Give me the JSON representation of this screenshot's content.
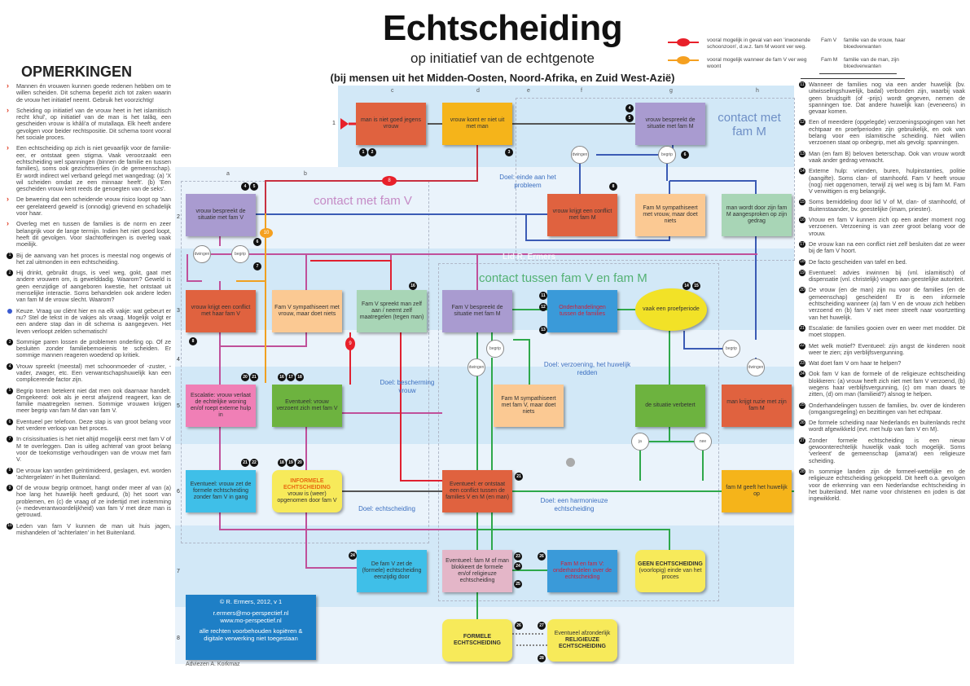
{
  "header": {
    "title": "Echtscheiding",
    "subtitle": "op initiatief van de echtgenote",
    "subtitle2": "(bij mensen uit het Midden-Oosten, Noord-Afrika, en Zuid West-Azië)"
  },
  "legend": {
    "red": "vooral mogelijk in geval van een 'inwonende schoonzoon', d.w.z. fam M woont ver weg.",
    "orange": "vooral mogelijk wanneer de fam V ver weg woont",
    "famv_key": "Fam V",
    "famv_desc": "familie van de vrouw, haar bloedverwanten",
    "famm_key": "Fam M",
    "famm_desc": "familie van de man, zijn bloedverwanten",
    "colors": {
      "red": "#e8202a",
      "orange": "#f5a020"
    }
  },
  "left": {
    "heading": "OPMERKINGEN",
    "notes": [
      {
        "m": "›",
        "t": "Mannen én vrouwen kunnen goede redenen hebben om te willen scheiden. Dit schema beperkt zich tot zaken waarin de vrouw het initiatief neemt. Gebruik het voorzichtig!"
      },
      {
        "m": "›",
        "t": "Scheiding op initiatief van de vrouw heet in het islamitisch recht khul', op initiatief van de man is het talâq, een gescheiden vrouw is khâli'a of mutallaqa. Elk heeft andere gevolgen voor beider rechtspositie. Dit schema toont vooral het sociale proces."
      },
      {
        "m": "›",
        "t": "Een echtscheiding op zich is niet gevaarlijk voor de familie-eer, er ontstaat geen stigma. Vaak veroorzaakt een echtscheiding wel spanningen (binnen de familie en tussen families), soms ook gezichtsverlies (in de gemeenschap). Er wordt indirect wel verband gelegd met wangedrag: (a) 'X wil scheiden omdat ze een minnaar heeft'. (b) 'Een gescheiden vrouw kent reeds de genoegten van de seks'."
      },
      {
        "m": "›",
        "t": "De bewering dat een scheidende vrouw risico loopt op 'aan eer gerelateerd geweld' is (onnodig) grievend en schadelijk voor haar."
      },
      {
        "m": "›",
        "t": "Overleg met en tussen de families is de norm en zeer belangrijk voor de lange termijn. Indien het niet goed loopt, heeft dit gevolgen. Voor slachtofferingen is overleg vaak moeilijk."
      },
      {
        "m": "1",
        "t": "Bij de aanvang van het proces is meestal nog ongewis of het zal uitmonden in een echtscheiding."
      },
      {
        "m": "2",
        "t": "Hij drinkt, gebruikt drugs, is veel weg, gokt, gaat met andere vrouwen om, is gewelddadig. Waarom? Geweld is geen eenzijdige of aangeboren kwestie, het ontstaat uit menselijke interactie. Soms behandelen ook andere leden van fam M de vrouw slecht. Waarom?"
      },
      {
        "m": "•",
        "t": "Keuze. Vraag uw cliënt hier en na elk vakje: wat gebeurt er nu? Stel de tekst in de vakjes als vraag. Mogelijk volgt er een andere stap dan in dit schema is aangegeven. Het leven verloopt zelden schematisch!"
      },
      {
        "m": "3",
        "t": "Sommige paren lossen de problemen onderling op. Of ze besluiten zonder familiebemoeienis te scheiden. Er sommige mannen reageren woedend op kritiek."
      },
      {
        "m": "4",
        "t": "Vrouw spreekt (meestal) met schoonmoeder of -zuster, -vader, zwager, etc. Een verwantschapshuwelijk kan een complicerende factor zijn."
      },
      {
        "m": "5",
        "t": "Begrip tonen betekent niet dat men ook daarnaar handelt. Omgekeerd: ook als je eerst afwijzend reageert, kan de familie maatregelen nemen. Sommige vrouwen krijgen meer begrip van fam M dan van fam V."
      },
      {
        "m": "6",
        "t": "Eventueel per telefoon. Deze stap is van groot belang voor het verdere verloop van het proces."
      },
      {
        "m": "7",
        "t": "In crisissituaties is het niet altijd mogelijk eerst met fam V of M te overleggen. Dan is uitleg achteraf van groot belang voor de toekomstige verhoudingen van de vrouw met fam V."
      },
      {
        "m": "8",
        "t": "De vrouw kan worden geïntimideerd, geslagen, evt. worden 'achtergelaten' in het Buitenland."
      },
      {
        "m": "9",
        "t": "Of de vrouw begrip ontmoet, hangt onder meer af van (a) hoe lang het huwelijk heeft geduurd, (b) het soort van problemen, en (c) de vraag of ze indertijd met instemming (≈ medeverantwoordelijkheid) van fam V met deze man is getrouwd."
      },
      {
        "m": "10",
        "t": "Leden van fam V kunnen de man uit huis jagen, mishandelen of 'achterlaten' in het Buitenland."
      }
    ]
  },
  "right": {
    "notes": [
      {
        "m": "11",
        "t": "Wanneer de families nog via een ander huwelijk (bv. uitwisselingshuwelijk, badal) verbonden zijn, waarbij vaak geen bruidsgift (of -prijs) wordt gegeven, nemen de spanningen toe. Dat andere huwelijk kan (eveneens) in gevaar komen."
      },
      {
        "m": "12",
        "t": "Een of meerdere (opgelegde) verzoeningspogingen van het echtpaar en proefperioden zijn gebruikelijk, en ook van belang voor een islamitische scheiding. Niet willen verzoenen staat op onbegrip, met als gevolg: spanningen."
      },
      {
        "m": "13",
        "t": "Man (en fam B) beloven beterschap. Ook van vrouw wordt vaak ander gedrag verwacht."
      },
      {
        "m": "14",
        "t": "Externe hulp: vrienden, buren, hulpinstanties, politie (aangifte). Soms clan- of stamhoofd. Fam V heeft vrouw (nog) niet opgenomen, terwijl zij wel weg is bij fam M. Fam V verwittigen is erg belangrijk."
      },
      {
        "m": "15",
        "t": "Soms bemiddeling door lid V of M, clan- of stamhoofd, of Buitenstaander, bv. geestelijke (imam, priester)."
      },
      {
        "m": "16",
        "t": "Vrouw en fam V kunnen zich op een ander moment nog verzoenen. Verzoening is van zeer groot belang voor de vrouw."
      },
      {
        "m": "17",
        "t": "De vrouw kan na een conflict niet zelf besluiten dat ze weer bij de fam V hoort."
      },
      {
        "m": "18",
        "t": "De facto gescheiden van tafel en bed."
      },
      {
        "m": "19",
        "t": "Eventueel: advies inwinnen bij (vnl. islamitisch) of dispensatie (vnl. christelijk) vragen aan geestelijke autoriteit."
      },
      {
        "m": "20",
        "t": "De vrouw (en de man) zijn nu voor de families (en de gemeenschap) gescheiden! Er is een informele echtscheiding wanneer (a) fam V en de vrouw zich hebben verzoend en (b) fam V niet meer streeft naar voortzetting van het huwelijk."
      },
      {
        "m": "21",
        "t": "Escalatie: de families gooien over en weer met modder. Dit moet stoppen."
      },
      {
        "m": "22",
        "t": "Met welk motief? Eventueel: zijn angst de kinderen nooit weer te zien; zijn verblijfsvergunning."
      },
      {
        "m": "23",
        "t": "Wat doet fam V om haar te helpen?"
      },
      {
        "m": "24",
        "t": "Ook fam V kan de formele of de religieuze echtscheiding blokkeren: (a) vrouw heeft zich niet met fam V verzoend, (b) wegens haar verblijfsvergunning, (c) om man dwars te zitten, (d) om man (familieid?) alsnog te helpen."
      },
      {
        "m": "25",
        "t": "Onderhandelingen tussen de families, bv. over de kinderen (omgangsregeling) en bezittingen van het echtpaar."
      },
      {
        "m": "26",
        "t": "De formele scheiding naar Nederlands en buitenlands recht wordt afgewikkeld (evt. met hulp van fam V en M)."
      },
      {
        "m": "27",
        "t": "Zonder formele echtscheiding is een nieuw gewoonterechtelijk huwelijk vaak toch mogelijk. Soms 'verleent' de gemeenschap (jama'at) een religieuze scheiding."
      },
      {
        "m": "28",
        "t": "In sommige landen zijn de formeel-wettelijke en de religieuze echtscheiding gekoppeld. Dit heeft o.a. gevolgen voor de erkenning van een Nederlandse echtscheiding in het buitenland. Met name voor christenen en joden is dat ingewikkeld."
      }
    ]
  },
  "diagram": {
    "columns": [
      "a",
      "b",
      "c",
      "d",
      "e",
      "f",
      "g",
      "h"
    ],
    "rows": [
      "1",
      "2",
      "3",
      "4",
      "5",
      "6",
      "7",
      "8"
    ],
    "groups": {
      "famV": "contact met fam V",
      "famM": "contact met fam M",
      "both": "contact tussen fam V en fam M",
      "watermark": "Lid R. Ermers"
    },
    "goals": {
      "g1": "Doel: einde aan het probleem",
      "g2": "Doel: bescherming vrouw",
      "g3": "Doel: verzoening, het huwelijk redden",
      "g4": "Doel: echtscheiding",
      "g5": "Doel: een harmonieuze echtscheiding"
    },
    "boxes": {
      "b1": "man is niet goed jegens vrouw",
      "b2": "vrouw komt er niet uit met man",
      "b3": "vrouw bespreekt de situatie met fam M",
      "b4": "vrouw bespreekt de situatie met fam V",
      "b5": "vrouw krijgt een conflict met fam M",
      "b6": "Fam M sympathiseert met vrouw, maar doet niets",
      "b7": "man wordt door zijn fam M aangesproken op zijn gedrag",
      "b8": "vrouw krijgt een conflict met haar fam V",
      "b9": "Fam V sympathiseert met vrouw, maar doet niets",
      "b10": "Fam V spreekt man zelf aan / neemt zelf maatregelen (tegen man)",
      "b11": "Fam V bespreekt de situatie met fam M",
      "b12": "Onderhandelingen tussen de families",
      "b13": "vaak een proefperiode",
      "b14": "Escalatie: vrouw verlaat de echtelijke woning en/of roept externe hulp in",
      "b15": "Eventueel: vrouw verzoent zich met fam V",
      "b16": "Fam M sympathiseert met fam V, maar doet niets",
      "b17": "de situatie verbetert",
      "b18": "man krijgt ruzie met zijn fam M",
      "b19": "Eventueel: vrouw zet de formele echtscheiding zonder fam V in gang",
      "b20t": "INFORMELE ECHTSCHEIDING",
      "b20": "vrouw is (weer) opgenomen door fam V",
      "b21": "Eventueel: er ontstaat een conflict tussen de families V en M (en man)",
      "b22": "fam M geeft het huwelijk op",
      "b23": "De fam V zet de (formele) echtscheiding eenzijdig door",
      "b24": "Eventueel: fam M of man blokkeert de formele en/of religieuze echtscheiding",
      "b25": "Fam M en fam V: onderhandelen over de echtscheiding",
      "b26t": "GEEN ECHTSCHEIDING",
      "b26": "(voorlopig) einde van het proces",
      "b27": "FORMELE ECHTSCHEIDING",
      "b28a": "Eventueel afzonderlijk",
      "b28": "RELIGIEUZE ECHTSCHEIDING"
    },
    "circles": {
      "dwingen": "dwingen",
      "begrip": "begrip",
      "ja": "ja",
      "nee": "nee"
    },
    "markers": {
      "start": "1",
      "r1": "8",
      "r2": "9",
      "o1": "10"
    },
    "badges": [
      "1",
      "2",
      "3",
      "4",
      "5",
      "6",
      "8",
      "4",
      "5",
      "6",
      "7",
      "8",
      "16",
      "11",
      "12",
      "13",
      "14",
      "15",
      "20",
      "21",
      "16",
      "17",
      "18",
      "21",
      "22",
      "18",
      "19",
      "20",
      "21",
      "24",
      "23",
      "24",
      "25",
      "26",
      "26",
      "27",
      "28"
    ]
  },
  "credits": {
    "c1": "© R. Ermers, 2012, v 1",
    "c2": "r.ermers@mo-perspectief.nl",
    "c3": "www.mo-perspectief.nl",
    "c4": "alle rechten voorbehouden kopiëren & digitale verwerking niet toegestaan",
    "advice": "Adviezen A. Korkmaz"
  }
}
